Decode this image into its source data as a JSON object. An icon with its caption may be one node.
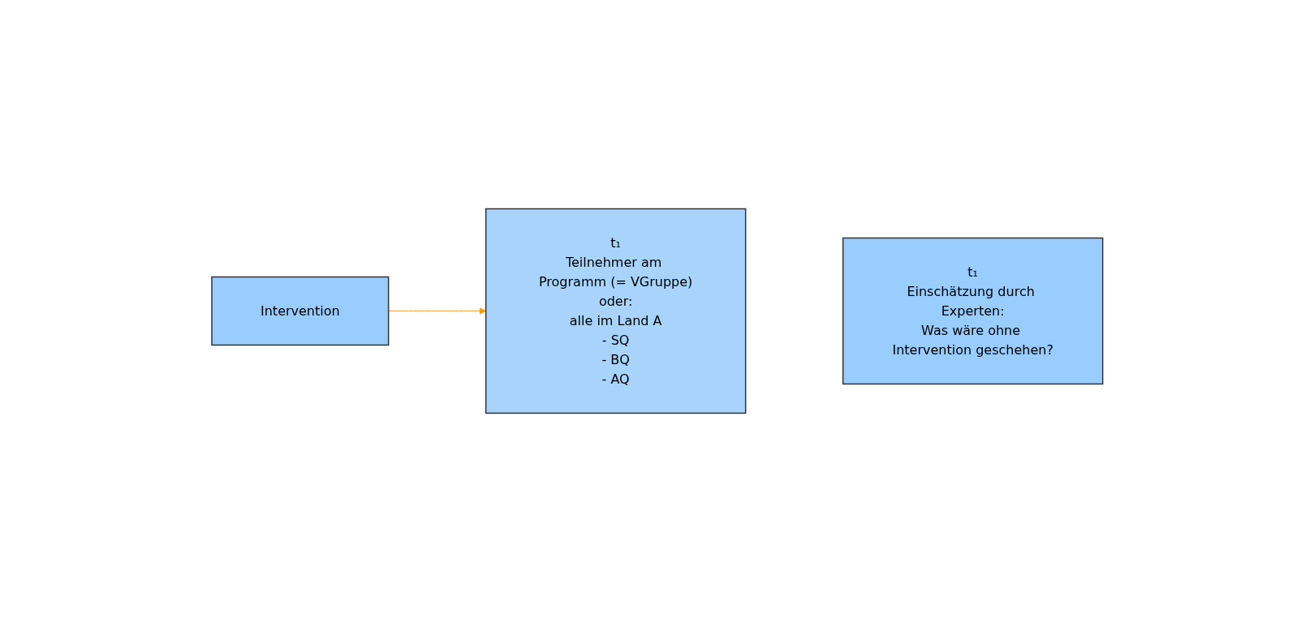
{
  "diagram": {
    "nodes": [
      {
        "text": [
          "Intervention"
        ]
      },
      {
        "text": [
          "t₁",
          "Teilnehmer am Programm (= VGruppe)",
          "oder:",
          "alle im Land A",
          "- SQ",
          "- BQ",
          "- AQ"
        ]
      },
      {
        "text": [
          "t₁",
          "Einschätzung durch Experten:",
          "Was wäre ohne Intervention geschehen?"
        ]
      }
    ],
    "edges": [
      {
        "from": 0,
        "to": 1,
        "arrow": "to",
        "color": "#ff9900"
      }
    ]
  }
}
